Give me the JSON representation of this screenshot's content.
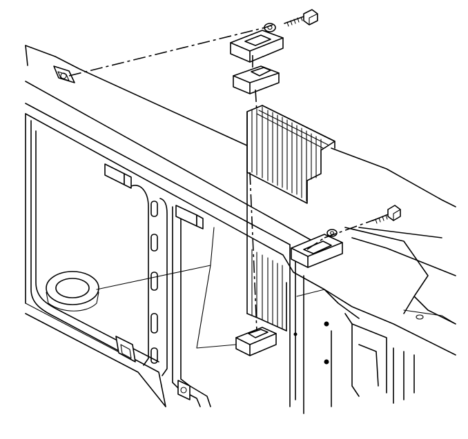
{
  "diagram": {
    "parts": [
      "radiator-support-panel",
      "radiator-core",
      "upper-insulator-bracket",
      "upper-insulator-cushion",
      "lower-insulator-cushion",
      "right-insulator-bracket",
      "bracket-bolt",
      "washer"
    ],
    "stroke_color": "#000000",
    "background_color": "#ffffff"
  }
}
